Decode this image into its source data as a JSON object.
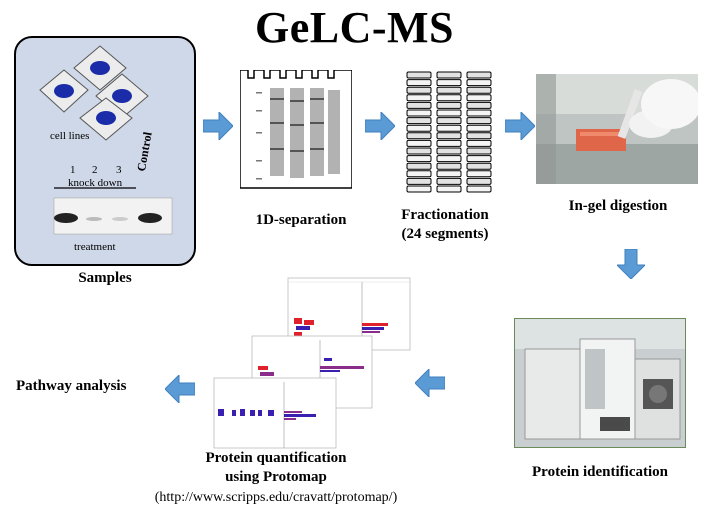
{
  "title": "GeLC-MS",
  "samples": {
    "cell_lines_label": "cell lines",
    "lane_numbers": [
      "1",
      "2",
      "3"
    ],
    "knock_down_label": "knock down",
    "control_label": "Control",
    "treatment_label": "treatment",
    "caption": "Samples"
  },
  "steps": {
    "separation": "1D-separation",
    "fractionation_line1": "Fractionation",
    "fractionation_line2": "(24 segments)",
    "digestion": "In-gel digestion",
    "identification": "Protein identification",
    "quantification_line1": "Protein quantification",
    "quantification_line2": "using Protomap",
    "quantification_url": "(http://www.scripps.edu/cravatt/protomap/)",
    "pathway": "Pathway analysis"
  },
  "colors": {
    "arrow_fill": "#5b9bd5",
    "sample_box_bg": "#cfd8e8",
    "dish_dot": "#1a2ca8",
    "protomap_red": "#e0202a",
    "protomap_blue": "#3a1fb0"
  }
}
